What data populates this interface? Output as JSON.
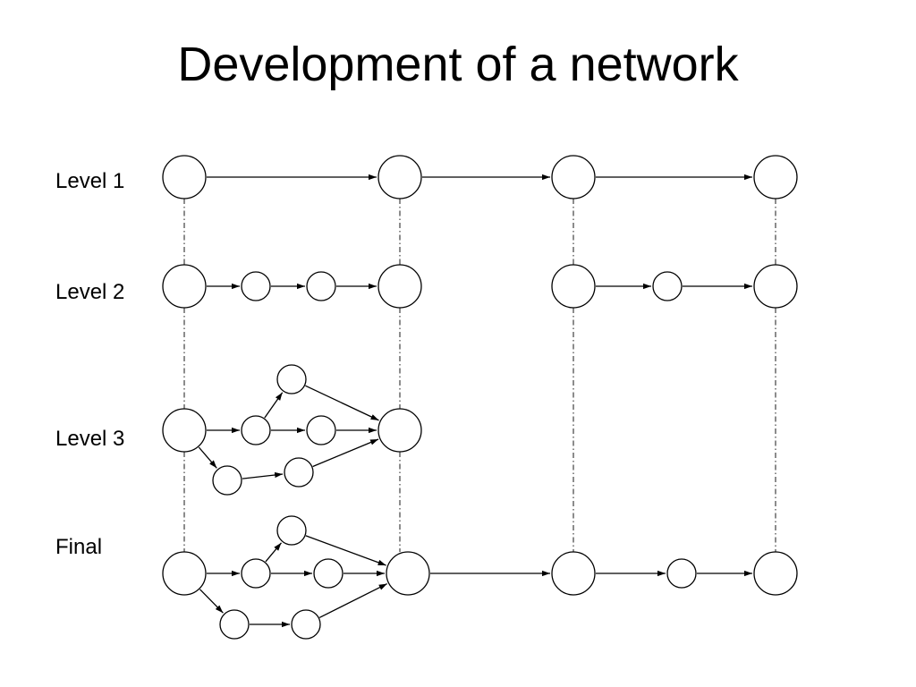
{
  "title": "Development of a network",
  "levels": [
    {
      "id": "level1",
      "label": "Level 1"
    },
    {
      "id": "level2",
      "label": "Level 2"
    },
    {
      "id": "level3",
      "label": "Level 3"
    },
    {
      "id": "final",
      "label": "Final"
    }
  ],
  "colors": {
    "stroke": "#000000",
    "node_fill": "#ffffff",
    "background": "#ffffff"
  }
}
